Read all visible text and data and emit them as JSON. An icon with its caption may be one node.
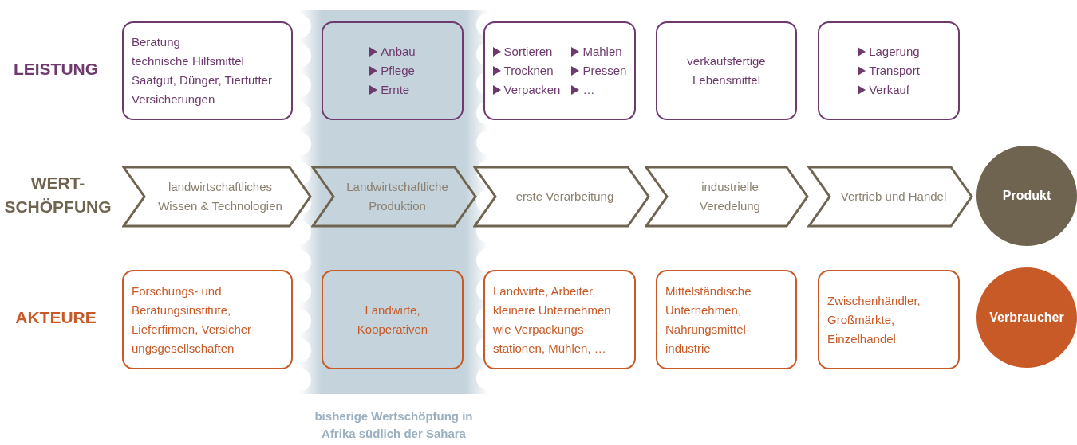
{
  "diagram": {
    "nodes": [
      {
        "text": [
          "bisherige Wertschöpfung in Afrika südlich der Sahara"
        ]
      },
      {
        "text": [
          "Beratung",
          "technische Hilfsmittel",
          "Saatgut, Dünger, Tierfutter",
          "Versicherungen"
        ]
      },
      {
        "text": [
          "Anbau",
          "Pflege",
          "Ernte"
        ],
        "in": 0
      },
      {
        "text": [
          "Sortieren",
          "Trocknen",
          "Verpacken",
          "Mahlen",
          "Pressen",
          "…"
        ]
      },
      {
        "text": [
          "verkaufsfertige Lebensmittel"
        ]
      },
      {
        "text": [
          "Lagerung",
          "Transport",
          "Verkauf"
        ]
      },
      {
        "text": [
          "landwirtschaftliches Wissen & Technologien"
        ]
      },
      {
        "text": [
          "Landwirtschaftliche Produktion"
        ],
        "in": 0
      },
      {
        "text": [
          "erste Verarbeitung"
        ]
      },
      {
        "text": [
          "industrielle Veredelung"
        ]
      },
      {
        "text": [
          "Vertrieb und Handel"
        ]
      },
      {
        "text": [
          "Produkt"
        ]
      },
      {
        "text": [
          "Forschungs- und Beratungsinstitute, Lieferfirmen, Versicher- ungsgesellschaften"
        ]
      },
      {
        "text": [
          "Landwirte, Kooperativen"
        ],
        "in": 0
      },
      {
        "text": [
          "Landwirte, Arbeiter, kleinere Unternehmen wie Verpackungs- stationen, Mühlen, …"
        ]
      },
      {
        "text": [
          "Mittelständische Unternehmen, Nahrungsmittel- industrie"
        ]
      },
      {
        "text": [
          "Zwischenhändler, Großmärkte, Einzelhandel"
        ]
      },
      {
        "text": [
          "Verbraucher"
        ]
      }
    ],
    "labels": [
      "LEISTUNG",
      "WERT- SCHÖPFUNG",
      "AKTEURE"
    ]
  }
}
